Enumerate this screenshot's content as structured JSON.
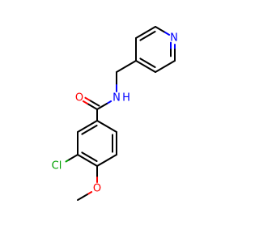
{
  "molecule": {
    "atom_labels": {
      "pyridine_n": "N",
      "amide_nh": "N",
      "amide_h": "H",
      "carbonyl_o": "O",
      "chloro": "Cl",
      "methoxy_o": "O"
    },
    "colors": {
      "bond": "#000000",
      "nitrogen": "#0000ff",
      "oxygen": "#ff0000",
      "chlorine": "#00a000",
      "background": "#ffffff"
    }
  }
}
